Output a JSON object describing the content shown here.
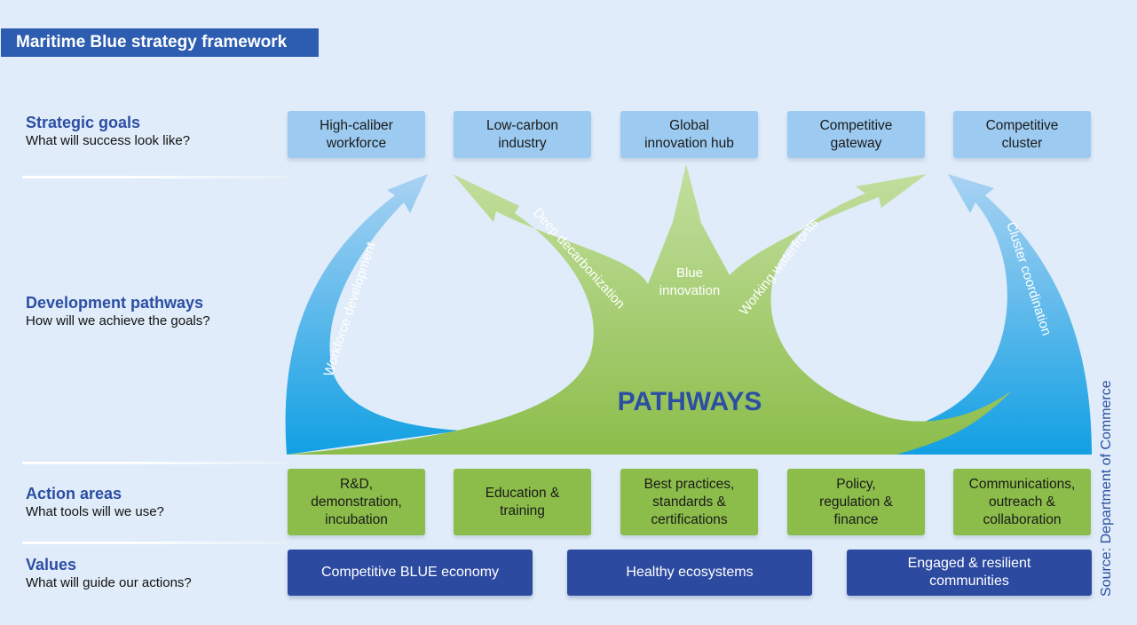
{
  "title": "Maritime Blue strategy framework",
  "rows": {
    "strategic_goals": {
      "heading": "Strategic goals",
      "question": "What will success look like?"
    },
    "development_pathways": {
      "heading": "Development pathways",
      "question": "How will we achieve the goals?"
    },
    "action_areas": {
      "heading": "Action areas",
      "question": "What tools will we use?"
    },
    "values": {
      "heading": "Values",
      "question": "What will guide our actions?"
    }
  },
  "goals": [
    {
      "line1": "High-caliber",
      "line2": "workforce"
    },
    {
      "line1": "Low-carbon",
      "line2": "industry"
    },
    {
      "line1": "Global",
      "line2": "innovation hub"
    },
    {
      "line1": "Competitive",
      "line2": "gateway"
    },
    {
      "line1": "Competitive",
      "line2": "cluster"
    }
  ],
  "pathways": {
    "center_label": "PATHWAYS",
    "arrows": [
      {
        "label": "Workforce development",
        "color": "blue"
      },
      {
        "label": "Deep decarbonization",
        "color": "green"
      },
      {
        "label_line1": "Blue",
        "label_line2": "innovation",
        "color": "green"
      },
      {
        "label": "Working waterfronts",
        "color": "green"
      },
      {
        "label": "Cluster coordination",
        "color": "blue"
      }
    ]
  },
  "action_areas": [
    {
      "line1": "R&D,",
      "line2": "demonstration,",
      "line3": "incubation"
    },
    {
      "line1": "Education &",
      "line2": "training",
      "line3": ""
    },
    {
      "line1": "Best practices,",
      "line2": "standards &",
      "line3": "certifications"
    },
    {
      "line1": "Policy,",
      "line2": "regulation &",
      "line3": "finance"
    },
    {
      "line1": "Communications,",
      "line2": "outreach &",
      "line3": "collaboration"
    }
  ],
  "values": [
    {
      "line1": "Competitive BLUE economy",
      "line2": ""
    },
    {
      "line1": "Healthy ecosystems",
      "line2": ""
    },
    {
      "line1": "Engaged & resilient",
      "line2": "communities"
    }
  ],
  "source": "Source: Department of Commerce",
  "colors": {
    "title_bg": "#2d5db0",
    "heading": "#2c4ea3",
    "goal_box": "#9ccaf0",
    "action_box": "#8cbd4a",
    "value_box": "#2c4aa0",
    "green_arrow": "#8cbd4a",
    "blue_arrow": "#1aa0e2",
    "background": "#e0ecf9"
  }
}
